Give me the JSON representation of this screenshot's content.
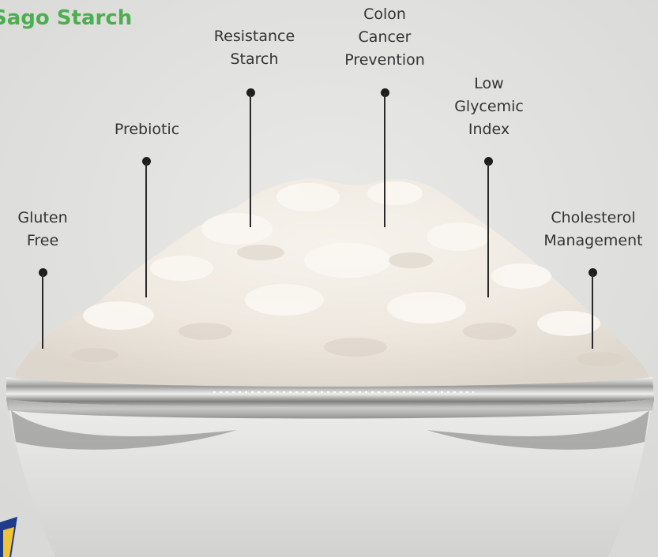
{
  "title": "Sago Starch",
  "colors": {
    "title": "#4caf4f",
    "label_text": "#333333",
    "callout": "#1e1e1e",
    "background": "#e2e2e0"
  },
  "callouts": [
    {
      "id": "gluten-free",
      "label": "Gluten\nFree"
    },
    {
      "id": "prebiotic",
      "label": "Prebiotic"
    },
    {
      "id": "resistance-starch",
      "label": "Resistance\nStarch"
    },
    {
      "id": "colon-cancer-prevention",
      "label": "Colon\nCancer\nPrevention"
    },
    {
      "id": "low-glycemic-index",
      "label": "Low\nGlycemic\nIndex"
    },
    {
      "id": "cholesterol-management",
      "label": "Cholesterol\nManagement"
    }
  ]
}
